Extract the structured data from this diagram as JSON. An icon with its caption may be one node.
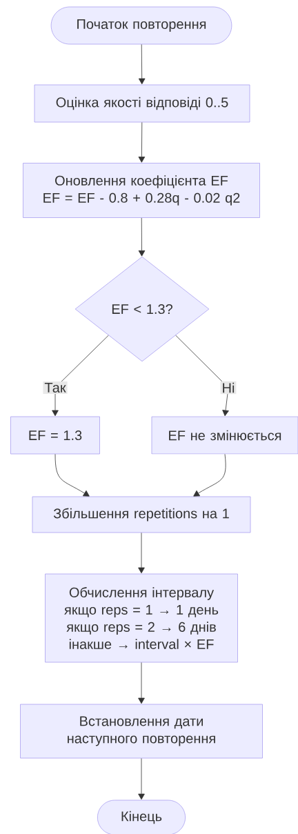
{
  "diagram": {
    "nodes": [
      {
        "text": [
          "Початок повторення"
        ]
      },
      {
        "text": [
          "Оцінка якості відповіді 0..5"
        ]
      },
      {
        "text": [
          "Оновлення коефіцієнта EF",
          "EF = EF - 0.8 + 0.28q - 0.02 q2"
        ]
      },
      {
        "text": [
          "EF < 1.3?"
        ]
      },
      {
        "text": [
          "EF = 1.3"
        ]
      },
      {
        "text": [
          "EF не змінюється"
        ]
      },
      {
        "text": [
          "Збільшення repetitions на 1"
        ]
      },
      {
        "text": [
          "Обчислення інтервалу",
          "якщо reps = 1 → 1 день",
          "якщо reps = 2 → 6 днів",
          "інакше → interval × EF"
        ]
      },
      {
        "text": [
          "Встановлення дати наступного повторення"
        ]
      },
      {
        "text": [
          "Кінець"
        ]
      }
    ],
    "edges": [
      {
        "from": 0,
        "to": 1,
        "arrow": "to"
      },
      {
        "from": 1,
        "to": 2,
        "arrow": "to"
      },
      {
        "from": 2,
        "to": 3,
        "arrow": "to"
      },
      {
        "from": 3,
        "to": 4,
        "arrow": "to",
        "label": "Так"
      },
      {
        "from": 3,
        "to": 5,
        "arrow": "to",
        "label": "Ні"
      },
      {
        "from": 4,
        "to": 6,
        "arrow": "to"
      },
      {
        "from": 5,
        "to": 6,
        "arrow": "to"
      },
      {
        "from": 6,
        "to": 7,
        "arrow": "to"
      },
      {
        "from": 7,
        "to": 8,
        "arrow": "to"
      },
      {
        "from": 8,
        "to": 9,
        "arrow": "to"
      }
    ]
  }
}
